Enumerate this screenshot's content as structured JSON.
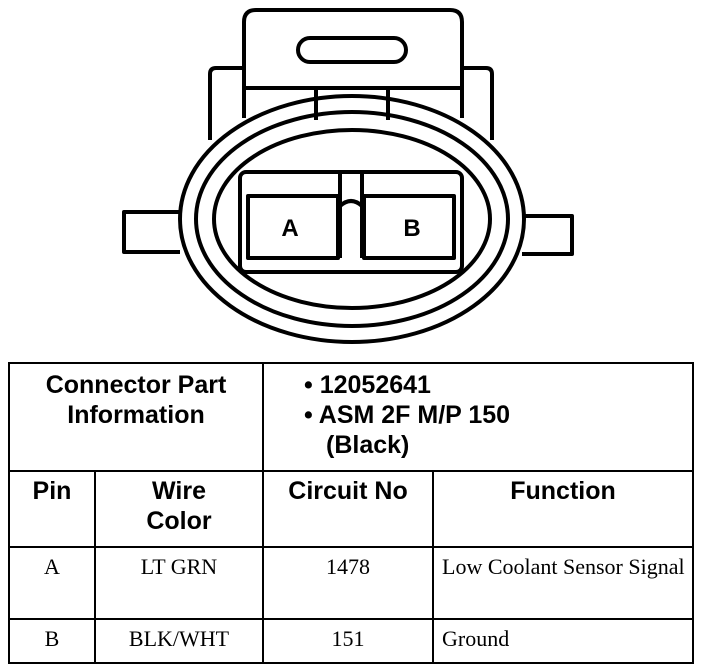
{
  "connector": {
    "pin_labels": [
      "A",
      "B"
    ]
  },
  "part_info": {
    "label_line1": "Connector Part",
    "label_line2": "Information",
    "items": [
      "12052641",
      "ASM 2F M/P 150",
      "(Black)"
    ]
  },
  "headers": {
    "pin": "Pin",
    "wire_color_line1": "Wire",
    "wire_color_line2": "Color",
    "circuit": "Circuit No",
    "function": "Function"
  },
  "rows": [
    {
      "pin": "A",
      "wire_color": "LT GRN",
      "circuit": "1478",
      "function": "Low Coolant Sensor Signal"
    },
    {
      "pin": "B",
      "wire_color": "BLK/WHT",
      "circuit": "151",
      "function": "Ground"
    }
  ]
}
